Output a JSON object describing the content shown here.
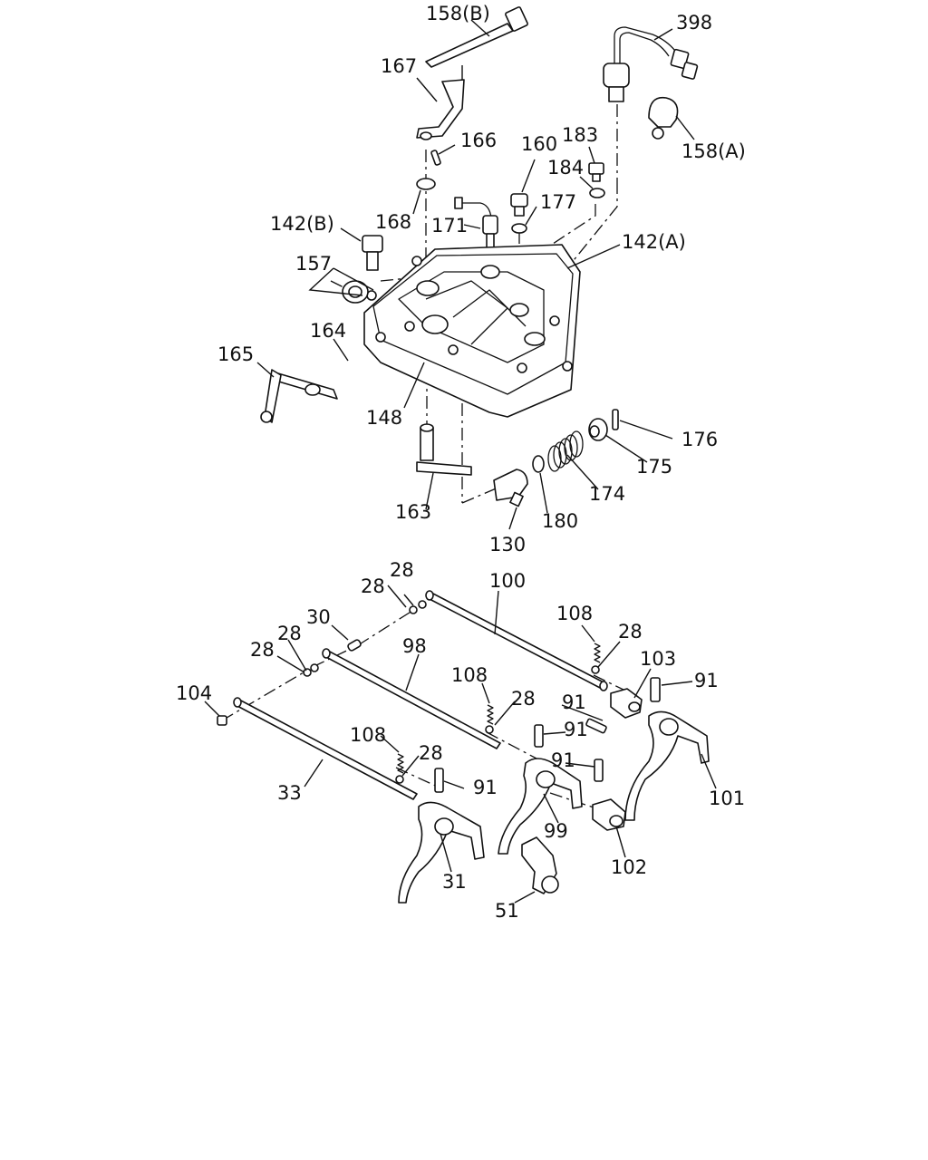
{
  "callouts": [
    {
      "id": "c158b",
      "text": "158(B)"
    },
    {
      "id": "c398",
      "text": "398"
    },
    {
      "id": "c167",
      "text": "167"
    },
    {
      "id": "c166",
      "text": "166"
    },
    {
      "id": "c160",
      "text": "160"
    },
    {
      "id": "c183",
      "text": "183"
    },
    {
      "id": "c184",
      "text": "184"
    },
    {
      "id": "c158a",
      "text": "158(A)"
    },
    {
      "id": "c177",
      "text": "177"
    },
    {
      "id": "c168",
      "text": "168"
    },
    {
      "id": "c171",
      "text": "171"
    },
    {
      "id": "c142b",
      "text": "142(B)"
    },
    {
      "id": "c142a",
      "text": "142(A)"
    },
    {
      "id": "c157",
      "text": "157"
    },
    {
      "id": "c164",
      "text": "164"
    },
    {
      "id": "c165",
      "text": "165"
    },
    {
      "id": "c148",
      "text": "148"
    },
    {
      "id": "c176",
      "text": "176"
    },
    {
      "id": "c175",
      "text": "175"
    },
    {
      "id": "c174",
      "text": "174"
    },
    {
      "id": "c163",
      "text": "163"
    },
    {
      "id": "c180",
      "text": "180"
    },
    {
      "id": "c130",
      "text": "130"
    },
    {
      "id": "c100",
      "text": "100"
    },
    {
      "id": "c28a",
      "text": "28"
    },
    {
      "id": "c28b",
      "text": "28"
    },
    {
      "id": "c30",
      "text": "30"
    },
    {
      "id": "c108a",
      "text": "108"
    },
    {
      "id": "c28c",
      "text": "28"
    },
    {
      "id": "c28d",
      "text": "28"
    },
    {
      "id": "c98",
      "text": "98"
    },
    {
      "id": "c28e",
      "text": "28"
    },
    {
      "id": "c103",
      "text": "103"
    },
    {
      "id": "c91a",
      "text": "91"
    },
    {
      "id": "c104",
      "text": "104"
    },
    {
      "id": "c108b",
      "text": "108"
    },
    {
      "id": "c28f",
      "text": "28"
    },
    {
      "id": "c91b",
      "text": "91"
    },
    {
      "id": "c91c",
      "text": "91"
    },
    {
      "id": "c108c",
      "text": "108"
    },
    {
      "id": "c28g",
      "text": "28"
    },
    {
      "id": "c91d",
      "text": "91"
    },
    {
      "id": "c91e",
      "text": "91"
    },
    {
      "id": "c33",
      "text": "33"
    },
    {
      "id": "c101",
      "text": "101"
    },
    {
      "id": "c99",
      "text": "99"
    },
    {
      "id": "c102",
      "text": "102"
    },
    {
      "id": "c31",
      "text": "31"
    },
    {
      "id": "c51",
      "text": "51"
    }
  ]
}
